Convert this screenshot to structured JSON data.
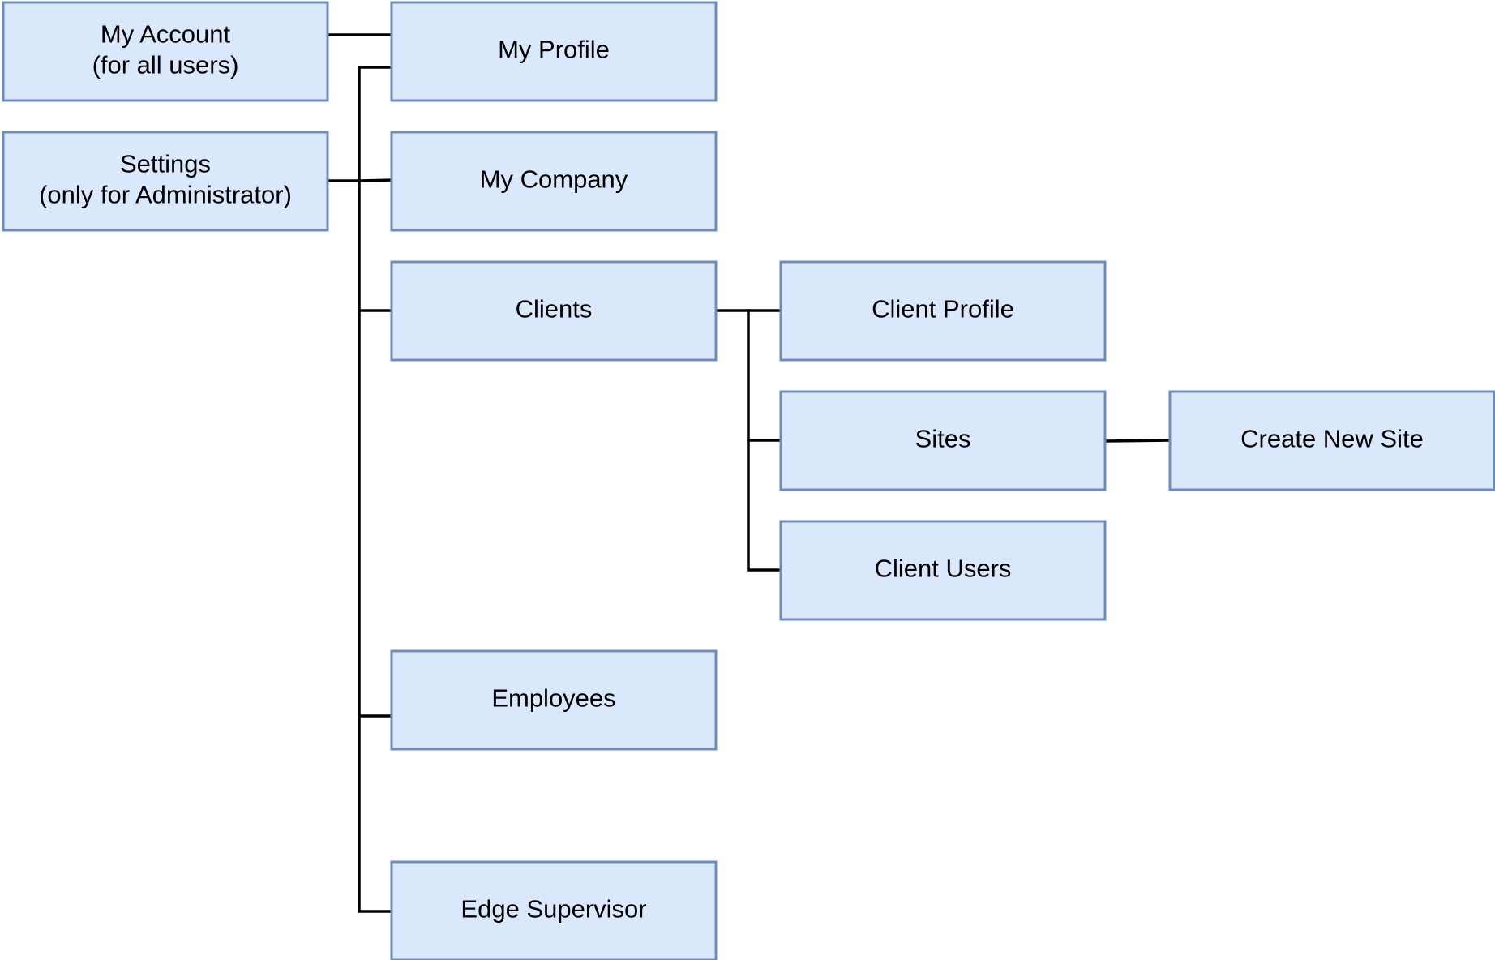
{
  "colors": {
    "node_fill": "#dae8fc",
    "node_stroke": "#6c8ebf",
    "edge": "#000000",
    "text": "#000000"
  },
  "nodes": {
    "my_account": {
      "lines": [
        "My Account",
        "(for all users)"
      ]
    },
    "settings": {
      "lines": [
        "Settings",
        "(only for Administrator)"
      ]
    },
    "my_profile": {
      "lines": [
        "My Profile"
      ]
    },
    "my_company": {
      "lines": [
        "My Company"
      ]
    },
    "clients": {
      "lines": [
        "Clients"
      ]
    },
    "employees": {
      "lines": [
        "Employees"
      ]
    },
    "edge_supervisor": {
      "lines": [
        "Edge Supervisor"
      ]
    },
    "client_profile": {
      "lines": [
        "Client Profile"
      ]
    },
    "sites": {
      "lines": [
        "Sites"
      ]
    },
    "client_users": {
      "lines": [
        "Client Users"
      ]
    },
    "create_new_site": {
      "lines": [
        "Create New Site"
      ]
    }
  },
  "edges": [
    {
      "from": "my_account",
      "to": "my_profile"
    },
    {
      "from": "settings",
      "to": "my_profile"
    },
    {
      "from": "settings",
      "to": "my_company"
    },
    {
      "from": "settings",
      "to": "clients"
    },
    {
      "from": "settings",
      "to": "employees"
    },
    {
      "from": "settings",
      "to": "edge_supervisor"
    },
    {
      "from": "clients",
      "to": "client_profile"
    },
    {
      "from": "clients",
      "to": "sites"
    },
    {
      "from": "clients",
      "to": "client_users"
    },
    {
      "from": "sites",
      "to": "create_new_site"
    }
  ]
}
